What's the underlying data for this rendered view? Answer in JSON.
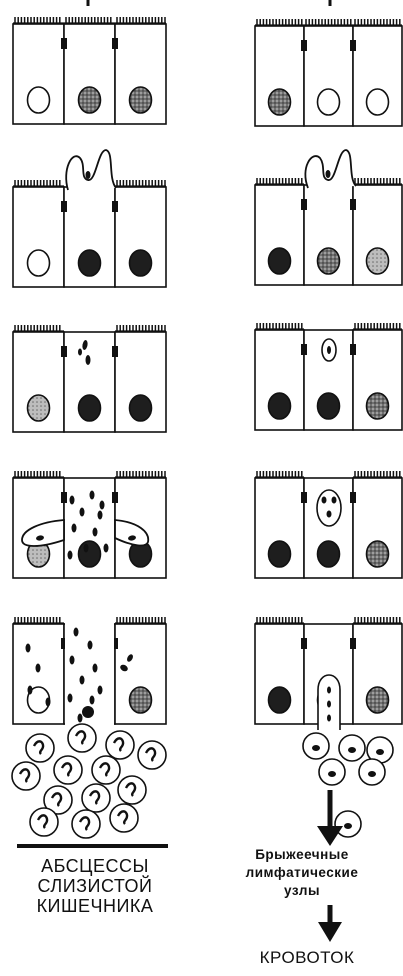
{
  "labels": {
    "left": [
      "АБСЦЕССЫ",
      "СЛИЗИСТОЙ",
      "КИШЕЧНИКА"
    ],
    "middle": [
      "Брыжеечные",
      "лимфатические",
      "узлы"
    ],
    "bottom": "КРОВОТОК"
  },
  "colors": {
    "ink": "#111111",
    "nucleus_dark": "#1e1e1e",
    "nucleus_mid": "#707070",
    "background": "#ffffff"
  },
  "icons": [
    "arrow-down-icon"
  ]
}
